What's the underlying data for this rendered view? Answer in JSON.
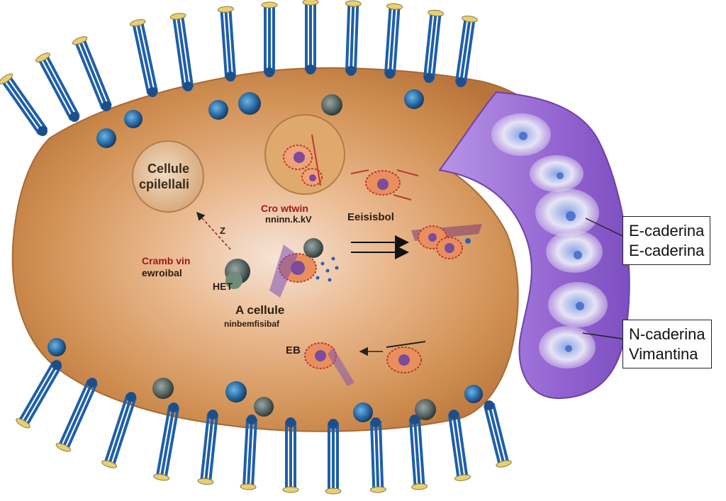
{
  "labels": {
    "epithelial_1": "Cellule",
    "epithelial_2": "cpilellali",
    "center_top_red": "Cro wtwin",
    "center_top_dark": "nninn.k.kV",
    "ecto": "Eeisisbol",
    "left_red": "Cramb vin",
    "left_dark": "ewroibal",
    "left_he": "HET",
    "center": "A cellule",
    "center_sub": "ninbemfisibaf",
    "lower_left": "EB",
    "small_z": "Z"
  },
  "callouts": {
    "e_cadherin_line1": "E-caderina",
    "e_cadherin_line2": "E-caderina",
    "n_cadherin_line1": "N-caderina",
    "n_cadherin_line2": "Vimantina"
  },
  "colors": {
    "cell_body": "#c8874a",
    "cell_center": "#f4dccb",
    "mesenchymal_region": "#9b6fd1",
    "receptor_blue": "#1f5fa8",
    "receptor_yellow": "#e8cf73",
    "red_text": "#a4161a"
  }
}
